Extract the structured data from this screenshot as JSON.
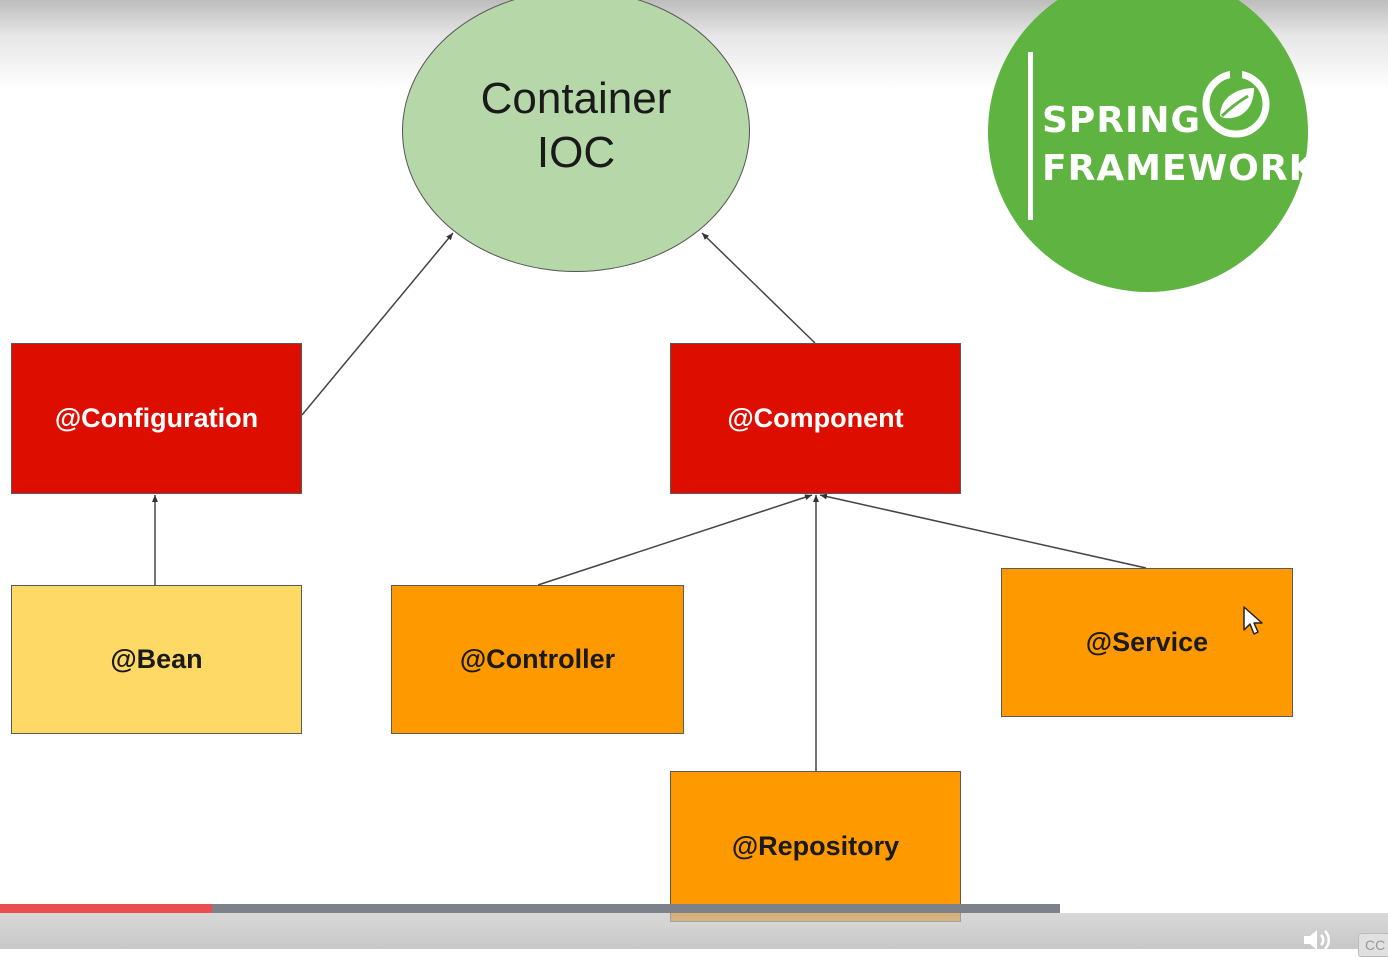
{
  "diagram": {
    "root": {
      "line1": "Container",
      "line2": "IOC"
    },
    "nodes": {
      "configuration": "@Configuration",
      "component": "@Component",
      "bean": "@Bean",
      "controller": "@Controller",
      "service": "@Service",
      "repository": "@Repository"
    },
    "colors": {
      "root": "#b6d7a8",
      "primary": "#dd0e00",
      "stereotype": "#ff9900",
      "bean": "#ffd966"
    }
  },
  "logo": {
    "line1": "SPRING",
    "line2": "FRAMEWORK",
    "color": "#5fb341"
  },
  "player": {
    "progress": 0.2,
    "cc_label": "CC"
  }
}
